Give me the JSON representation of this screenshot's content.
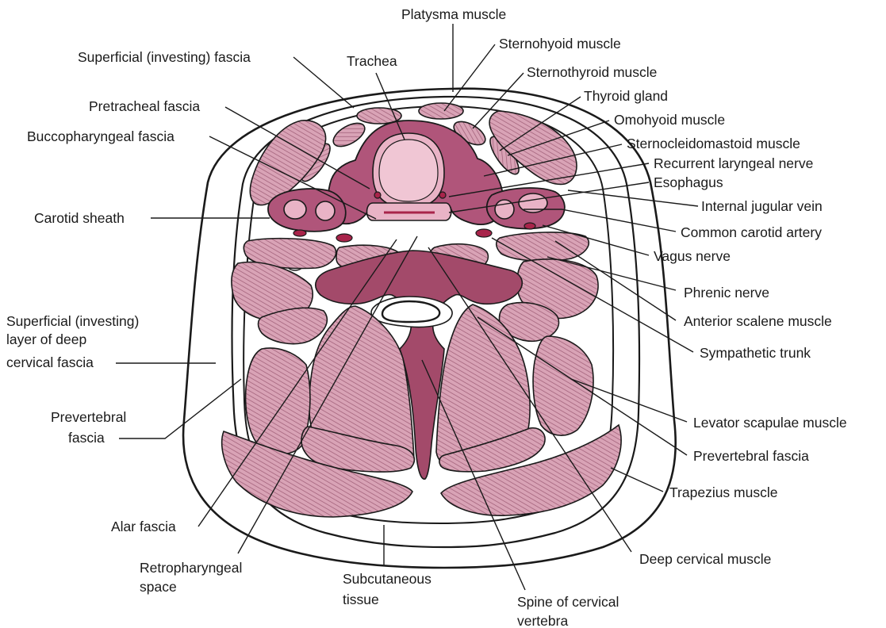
{
  "palette": {
    "muscle_fill": "#d9a3b6",
    "muscle_hatch": "#9c5a74",
    "gland": "#b0557a",
    "bone": "#a34a6a",
    "light_tissue": "#e9b3c6",
    "vessel": "#a8244a",
    "outline": "#1a1a1a",
    "label_text": "#1a1a1a"
  },
  "labels": {
    "platysma_muscle": "Platysma muscle",
    "sternohyoid_muscle": "Sternohyoid muscle",
    "superficial_investing_fascia": "Superficial (investing) fascia",
    "trachea": "Trachea",
    "sternothyroid_muscle": "Sternothyroid muscle",
    "thyroid_gland": "Thyroid gland",
    "pretracheal_fascia": "Pretracheal fascia",
    "omohyoid_muscle": "Omohyoid muscle",
    "buccopharyngeal_fascia": "Buccopharyngeal fascia",
    "sternocleidomastoid_muscle": "Sternocleidomastoid muscle",
    "recurrent_laryngeal_nerve": "Recurrent laryngeal nerve",
    "esophagus": "Esophagus",
    "carotid_sheath": "Carotid sheath",
    "internal_jugular_vein": "Internal jugular vein",
    "common_carotid_artery": "Common carotid artery",
    "vagus_nerve": "Vagus nerve",
    "phrenic_nerve": "Phrenic nerve",
    "anterior_scalene_muscle": "Anterior scalene muscle",
    "sympathetic_trunk": "Sympathetic trunk",
    "superficial_layer_line1": "Superficial (investing)",
    "superficial_layer_line2": "layer of deep",
    "superficial_layer_line3": "cervical fascia",
    "prevertebral_fascia_left_line1": "Prevertebral",
    "prevertebral_fascia_left_line2": "fascia",
    "levator_scapulae_muscle": "Levator scapulae muscle",
    "prevertebral_fascia_right": "Prevertebral fascia",
    "trapezius_muscle": "Trapezius muscle",
    "alar_fascia": "Alar fascia",
    "deep_cervical_muscle": "Deep cervical muscle",
    "retropharyngeal_space_line1": "Retropharyngeal",
    "retropharyngeal_space_line2": "space",
    "subcutaneous_tissue_line1": "Subcutaneous",
    "subcutaneous_tissue_line2": "tissue",
    "spine_line1": "Spine of cervical",
    "spine_line2": "vertebra"
  }
}
